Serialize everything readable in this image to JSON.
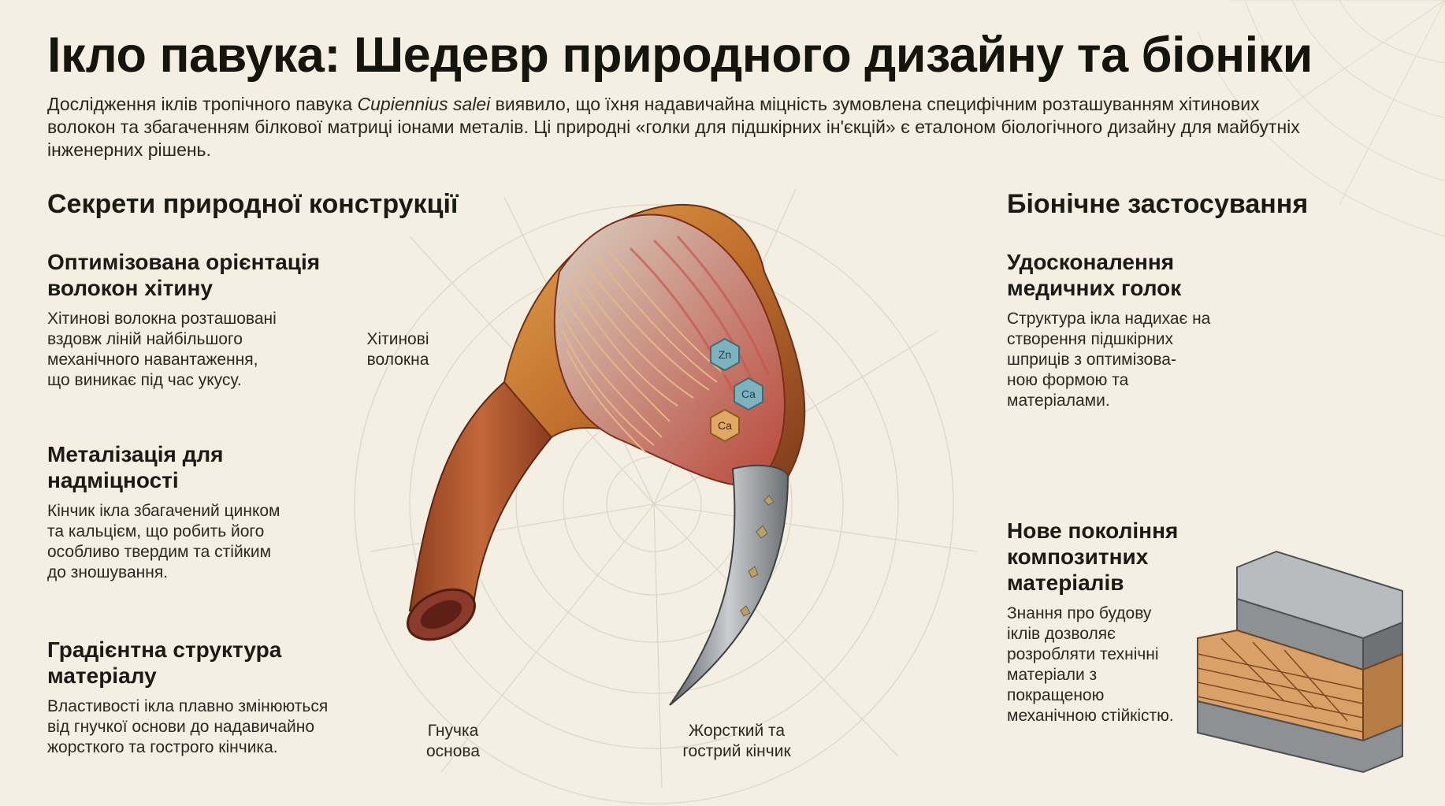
{
  "header": {
    "title": "Ікло павука: Шедевр природного дизайну та біоніки",
    "intro_part1": "Дослідження іклів тропічного павука ",
    "intro_species": "Cupiennius salei",
    "intro_part2": " виявило, що їхня надавичайна міцність зумовлена специфічним розташуванням хітинових волокон та збагаченням білкової матриці іонами металів. Ці природні «голки для підшкірних ін'єкцій» є еталоном біологічного дизайну для майбутніх інженерних рішень."
  },
  "left": {
    "section_title": "Секрети природної конструкції",
    "blocks": [
      {
        "heading_line1": "Оптимізована орієнтація",
        "heading_line2": "волокон хітину",
        "text_line1": "Хітинові волокна розташовані",
        "text_line2": "вздовж ліній найбільшого",
        "text_line3": "механічного навантаження,",
        "text_line4": "що виникає під час укусу."
      },
      {
        "heading_line1": "Металізація для",
        "heading_line2": "надміцності",
        "text_line1": "Кінчик ікла збагачений цинком",
        "text_line2": "та кальцієм, що робить його",
        "text_line3": "особливо твердим та стійким",
        "text_line4": "до зношування."
      },
      {
        "heading_line1": "Градієнтна структура",
        "heading_line2": "матеріалу",
        "text_line1": "Властивості ікла плавно змінюються",
        "text_line2": "від гнучкої основи до надавичайно",
        "text_line3": "жорсткого та гострого кінчика."
      }
    ]
  },
  "right": {
    "section_title": "Біонічне застосування",
    "blocks": [
      {
        "heading_line1": "Удосконалення",
        "heading_line2": "медичних голок",
        "text_line1": "Структура ікла надихає на",
        "text_line2": "створення підшкірних",
        "text_line3": "шприців з оптимізова-",
        "text_line4": "ною формою та",
        "text_line5": "матеріалами."
      },
      {
        "heading_line1": "Нове покоління",
        "heading_line2": "композитних",
        "heading_line3": "матеріалів",
        "text_line1": "Знання про будову",
        "text_line2": "іклів дозволяє",
        "text_line3": "розробляти технічні",
        "text_line4": "матеріали з",
        "text_line5": "покращеною",
        "text_line6": "механічною стійкістю."
      }
    ]
  },
  "illustration": {
    "label_fibers_line1": "Хітинові",
    "label_fibers_line2": "волокна",
    "label_base_line1": "Гнучка",
    "label_base_line2": "основа",
    "label_tip_line1": "Жорсткий та",
    "label_tip_line2": "гострий кінчик",
    "ion_zn": "Zn",
    "ion_ca1": "Ca",
    "ion_ca2": "Ca"
  },
  "colors": {
    "background": "#f4efe2",
    "fang_shell": "#c9782f",
    "fang_inner": "#b8533a",
    "tip_metal": "#8f9396",
    "ion_badge": "#7fb2bf"
  },
  "icons": {
    "fang": "spider-fang-illustration",
    "composite": "layered-composite-block",
    "web": "cobweb-background"
  }
}
